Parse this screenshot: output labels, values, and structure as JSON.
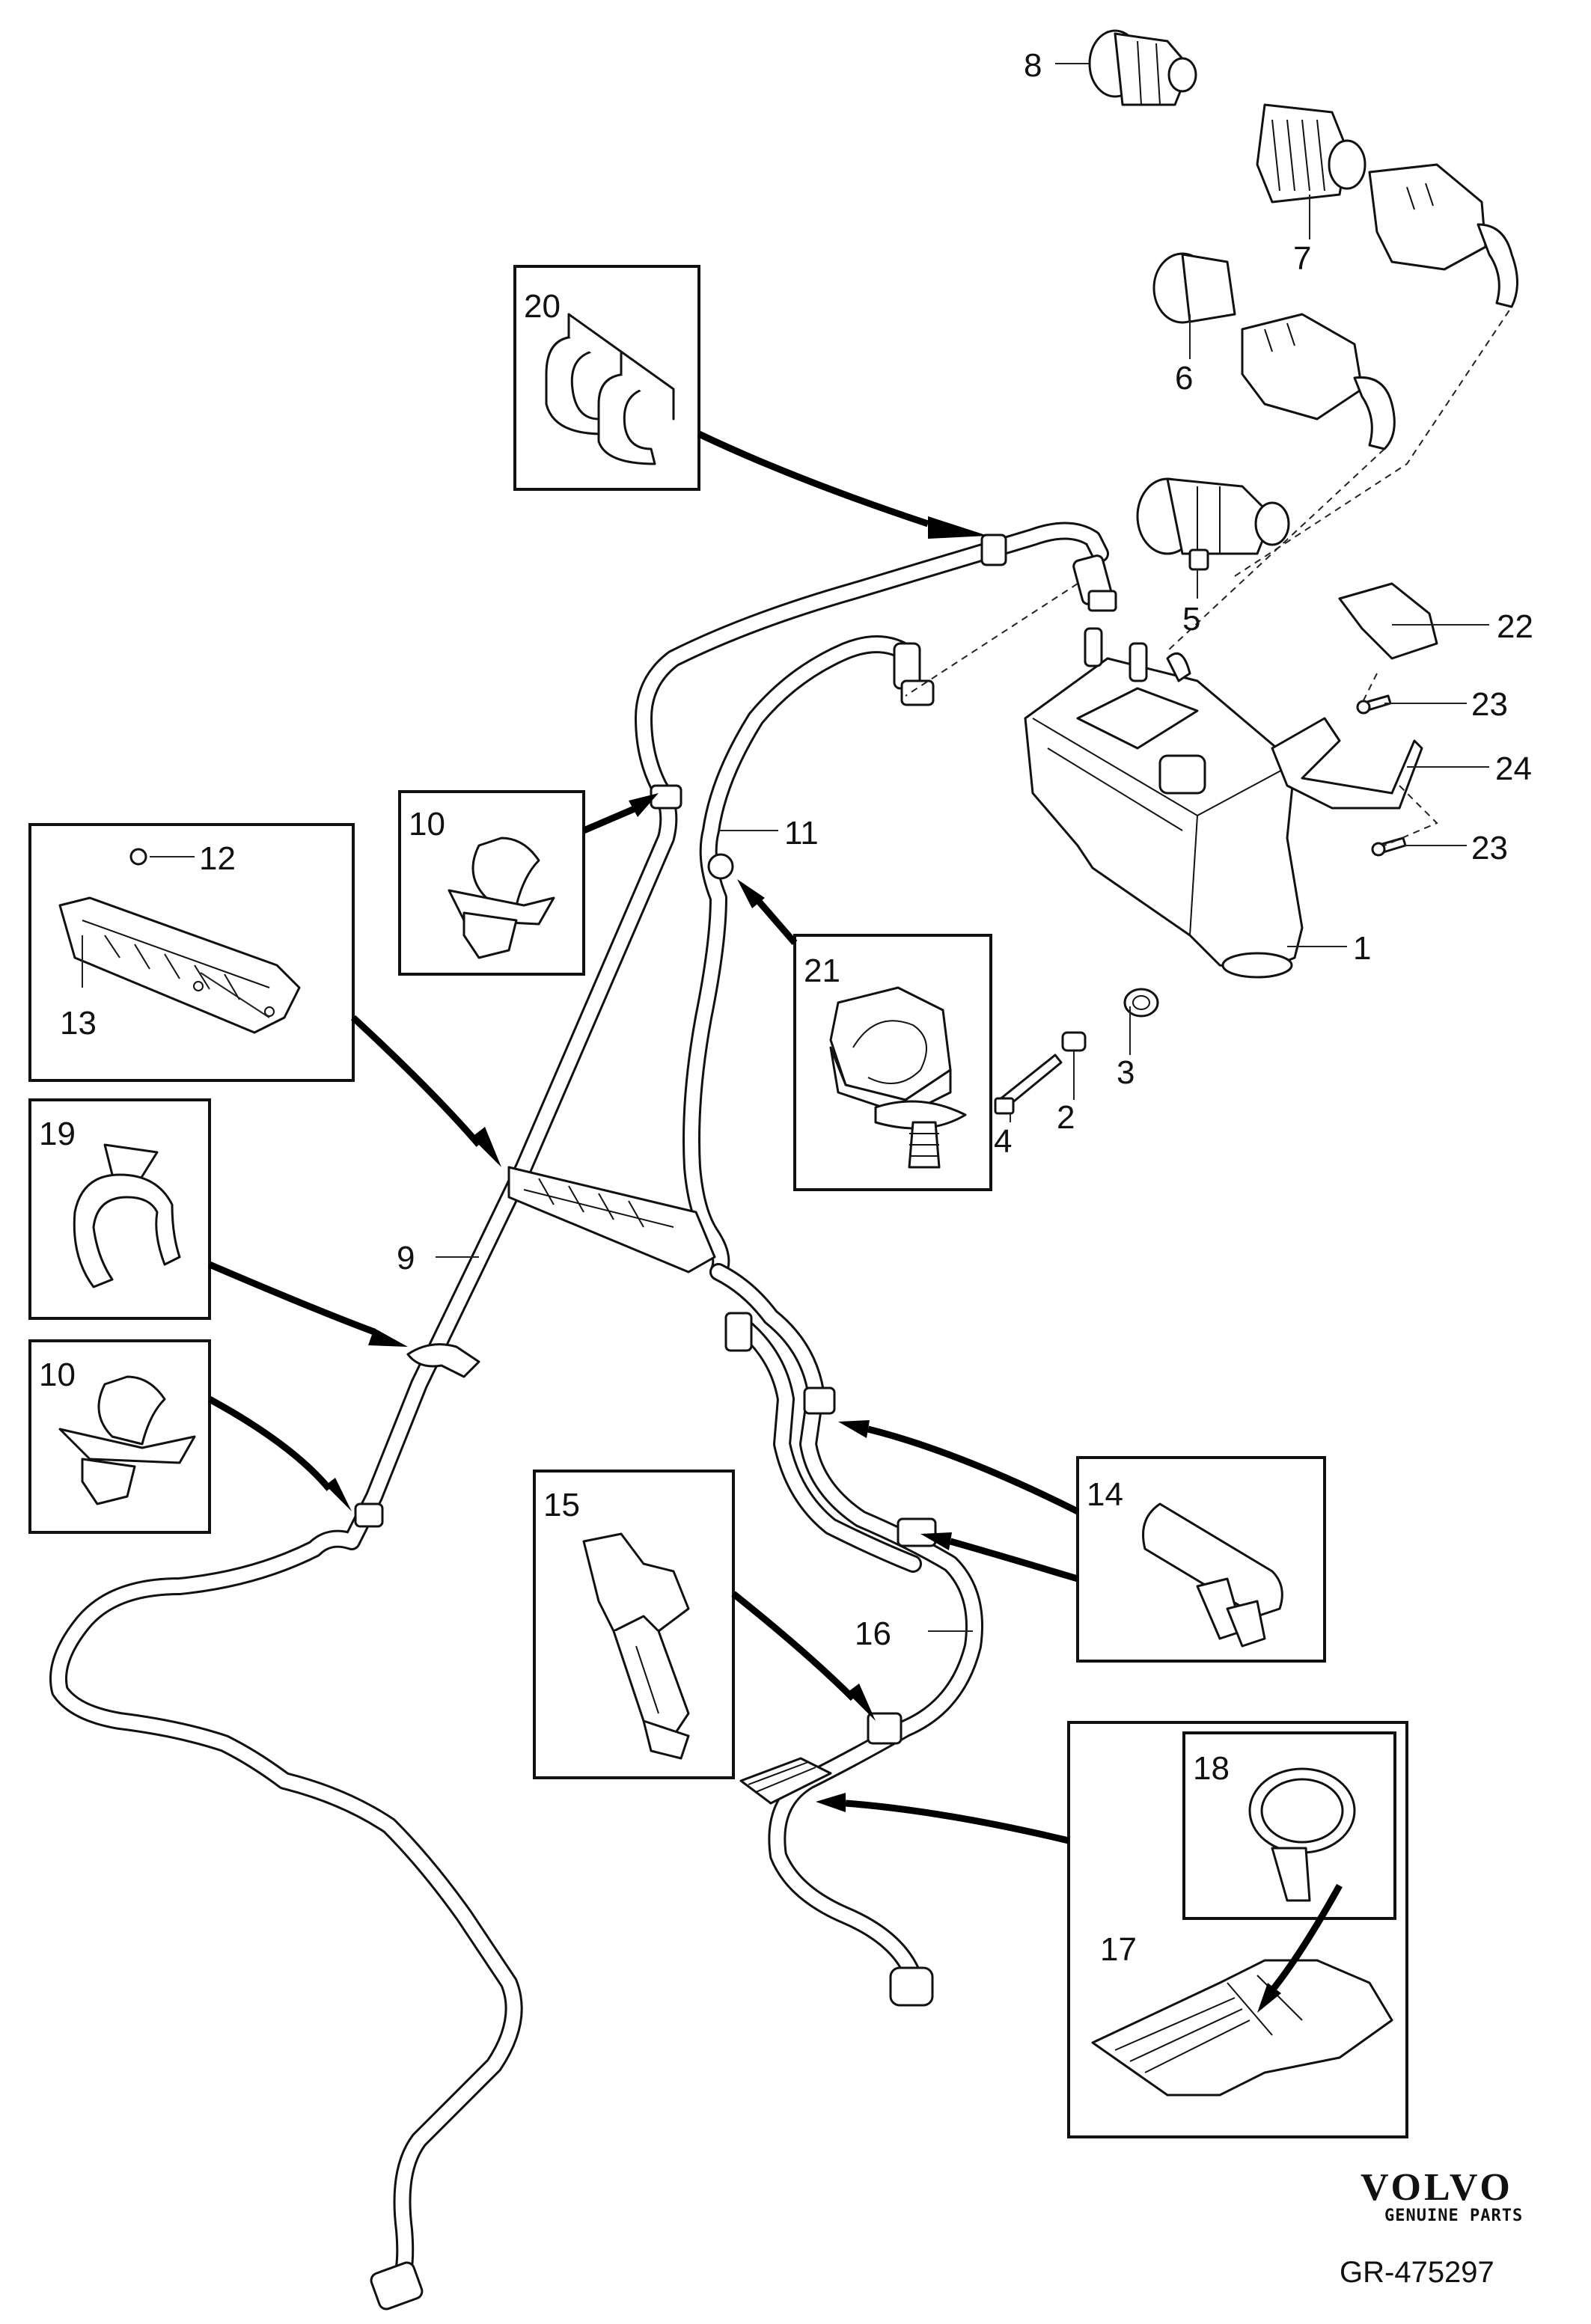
{
  "callouts": [
    {
      "id": "c1",
      "text": "1"
    },
    {
      "id": "c2",
      "text": "2"
    },
    {
      "id": "c3",
      "text": "3"
    },
    {
      "id": "c4",
      "text": "4"
    },
    {
      "id": "c5",
      "text": "5"
    },
    {
      "id": "c6",
      "text": "6"
    },
    {
      "id": "c7",
      "text": "7"
    },
    {
      "id": "c8",
      "text": "8"
    },
    {
      "id": "c9",
      "text": "9"
    },
    {
      "id": "c10a",
      "text": "10"
    },
    {
      "id": "c10b",
      "text": "10"
    },
    {
      "id": "c11",
      "text": "11"
    },
    {
      "id": "c12",
      "text": "12"
    },
    {
      "id": "c13",
      "text": "13"
    },
    {
      "id": "c14",
      "text": "14"
    },
    {
      "id": "c15",
      "text": "15"
    },
    {
      "id": "c16",
      "text": "16"
    },
    {
      "id": "c17",
      "text": "17"
    },
    {
      "id": "c18",
      "text": "18"
    },
    {
      "id": "c19",
      "text": "19"
    },
    {
      "id": "c20",
      "text": "20"
    },
    {
      "id": "c21",
      "text": "21"
    },
    {
      "id": "c22",
      "text": "22"
    },
    {
      "id": "c23a",
      "text": "23"
    },
    {
      "id": "c23b",
      "text": "23"
    },
    {
      "id": "c24",
      "text": "24"
    }
  ],
  "brand": {
    "name": "VOLVO",
    "tagline": "GENUINE PARTS"
  },
  "drawing_number": "GR-475297"
}
